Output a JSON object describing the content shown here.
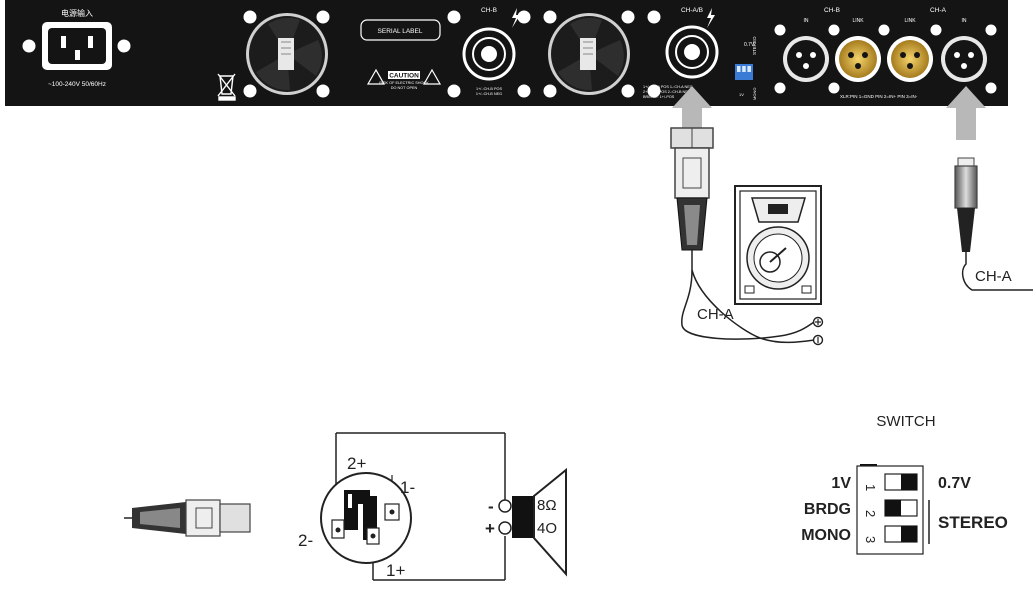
{
  "panel": {
    "power_label": "电源输入",
    "power_rating": "~100-240V  50/60Hz",
    "serial_label": "SERIAL LABEL",
    "caution_label": "CAUTION",
    "caution_sub1": "RISK OF ELECTRIC SHOCK",
    "caution_sub2": "DO NOT OPEN",
    "chb_speakon_label": "CH-B",
    "chb_speakon_sub1": "1+/-:CH-B POS",
    "chb_speakon_sub2": "1+/-:CH-B NEG",
    "chab_speakon_label": "CH-A/B",
    "chab_sub1": "1+/-:CH-A POS  1-:CH-A NEG",
    "chab_sub2": "2+:CH-B POS  2-:CH-B NEG",
    "chab_sub3": "BRIDGE: 1+/-POS",
    "dip_top": "0.7V",
    "dip_right": "STEREO",
    "dip_bottom1": "1V",
    "dip_bottom2": "MONO",
    "xlr_chb": "CH-B",
    "xlr_cha": "CH-A",
    "xlr_in": "IN",
    "xlr_link": "LINK",
    "xlr_pin_text": "XLR:PIN 1=GND  PIN 2=IN+  PIN 3=IN-"
  },
  "labels": {
    "cha_right": "CH-A",
    "cha_speaker": "CH-A"
  },
  "speakon_diagram": {
    "pin_2plus": "2+",
    "pin_1minus": "1-",
    "pin_2minus": "2-",
    "pin_1plus": "1+",
    "minus_sign": "-",
    "plus_sign": "+",
    "imp_8": "8Ω",
    "imp_4": "4O"
  },
  "switch": {
    "title": "SWITCH",
    "row1_left": "1V",
    "row1_num": "1",
    "row1_right": "0.7V",
    "row2_left": "BRDG",
    "row2_num": "2",
    "row3_left": "MONO",
    "row3_num": "3",
    "group_right": "STEREO"
  },
  "colors": {
    "panel": "#141414",
    "arrow": "#b8b8b8",
    "dip_blue": "#3a7bd5"
  }
}
